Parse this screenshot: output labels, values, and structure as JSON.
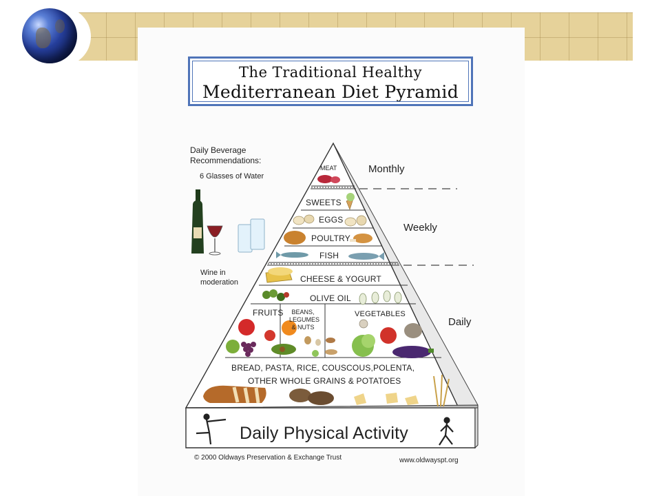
{
  "title": {
    "line1": "The Traditional Healthy",
    "line2": "Mediterranean Diet Pyramid"
  },
  "beverages": {
    "heading_line1": "Daily Beverage",
    "heading_line2": "Recommendations:",
    "water": "6 Glasses of Water",
    "wine_line1": "Wine in",
    "wine_line2": "moderation"
  },
  "frequencies": {
    "monthly": "Monthly",
    "weekly": "Weekly",
    "daily": "Daily"
  },
  "tiers": {
    "meat": "MEAT",
    "sweets": "SWEETS",
    "eggs": "EGGS",
    "poultry": "POULTRY",
    "fish": "FISH",
    "cheese": "CHEESE & YOGURT",
    "olive_oil": "OLIVE OIL",
    "fruits": "FRUITS",
    "beans_line1": "BEANS,",
    "beans_line2": "LEGUMES",
    "beans_line3": "& NUTS",
    "vegetables": "VEGETABLES",
    "grains_line1": "BREAD, PASTA, RICE, COUSCOUS,POLENTA,",
    "grains_line2": "OTHER WHOLE GRAINS & POTATOES"
  },
  "activity": "Daily Physical Activity",
  "footer": {
    "copyright": "© 2000 Oldways Preservation & Exchange Trust",
    "website": "www.oldwayspt.org"
  },
  "colors": {
    "title_border": "#4f74b8",
    "banner": "#e6d29a",
    "outline": "#333333"
  }
}
